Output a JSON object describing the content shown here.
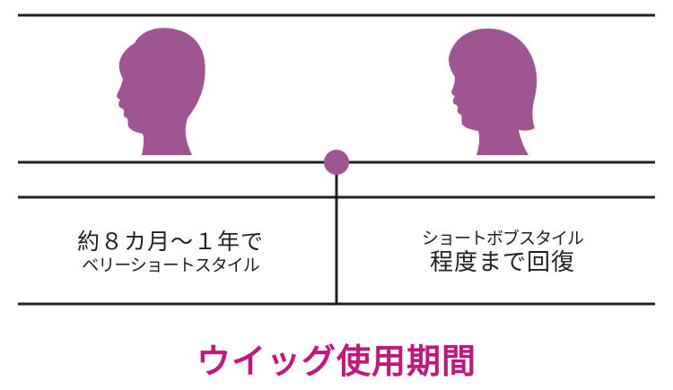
{
  "colors": {
    "line": "#231f20",
    "silhouette": "#a05593",
    "title": "#c2157d"
  },
  "icons": {
    "left": "short-hair-head-silhouette-icon",
    "right": "bob-hair-head-silhouette-icon",
    "marker": "timeline-dot-icon"
  },
  "left_stage": {
    "line1": "約８カ月～１年で",
    "line2": "ベリーショートスタイル"
  },
  "right_stage": {
    "line1": "ショートボブスタイル",
    "line2": "程度まで回復"
  },
  "title": "ウイッグ使用期間"
}
